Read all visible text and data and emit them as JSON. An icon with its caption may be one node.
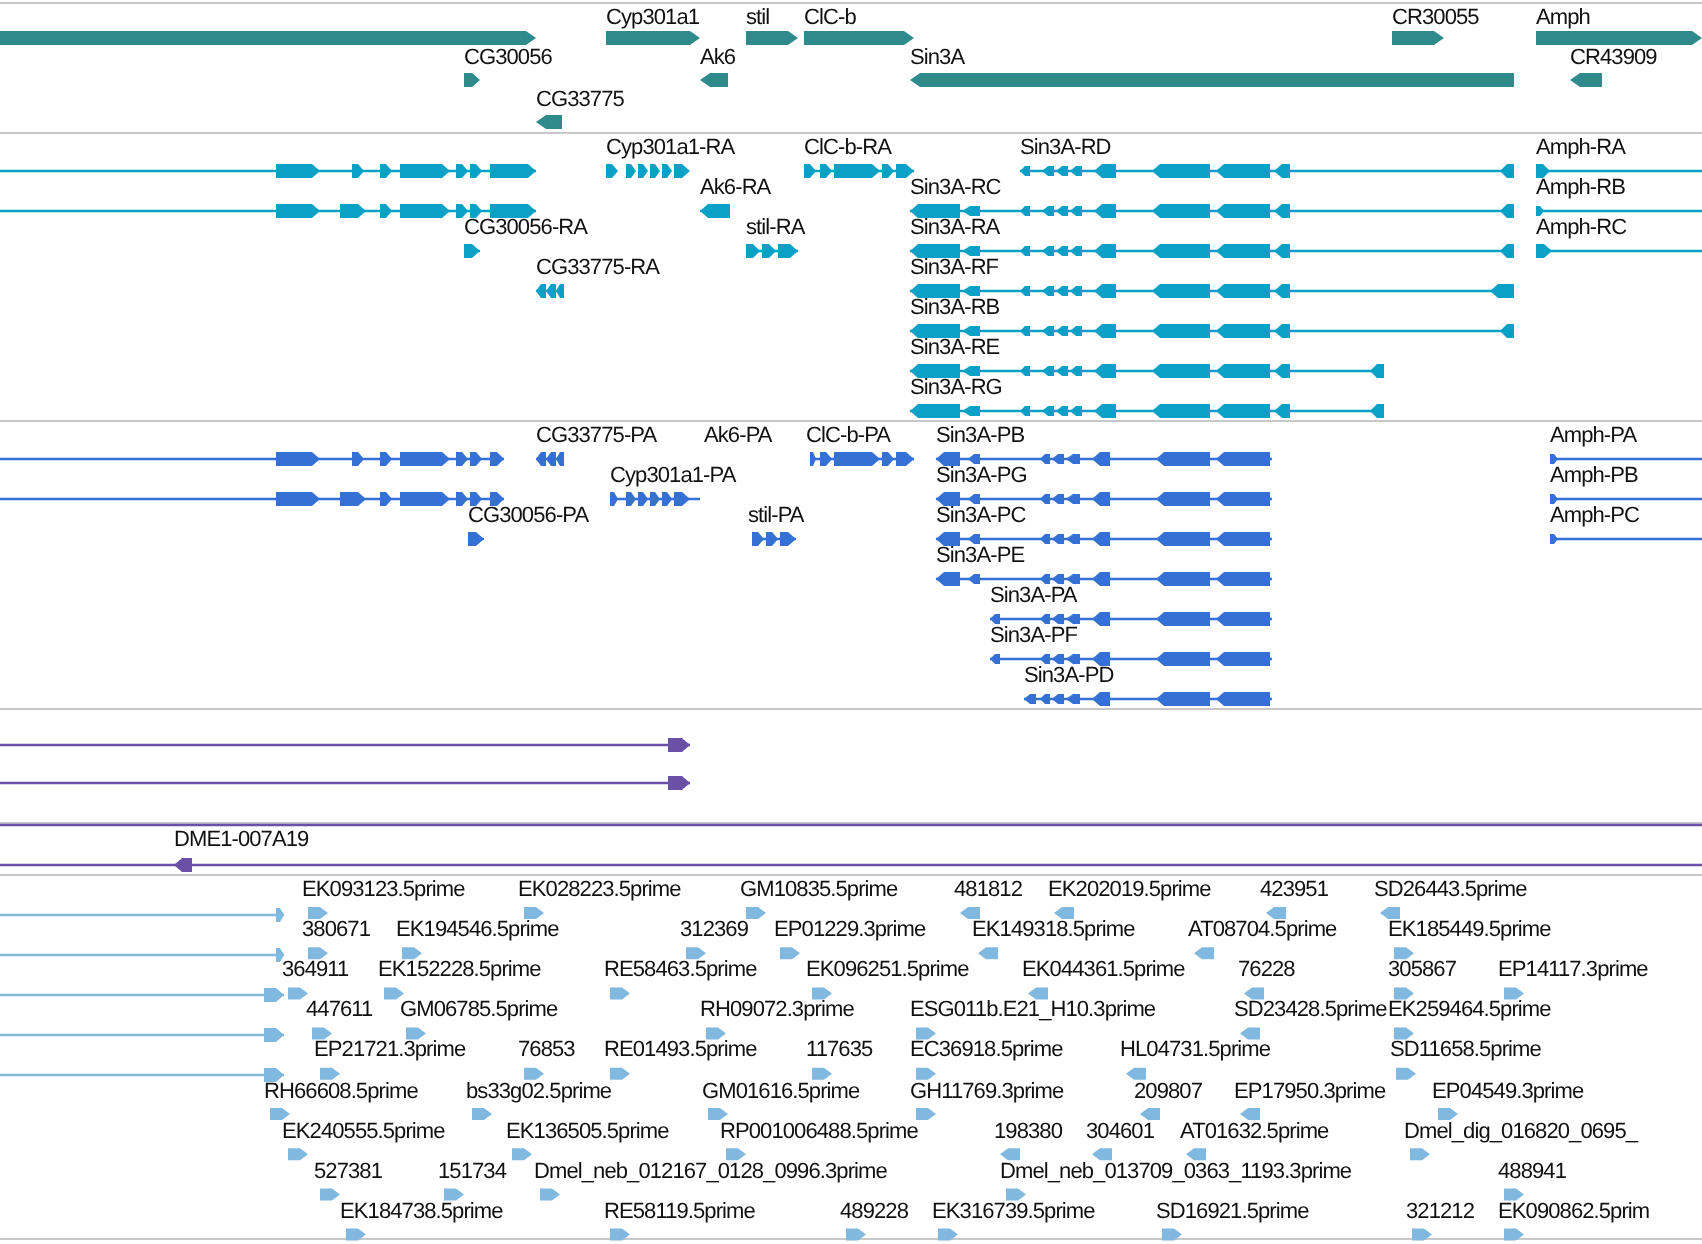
{
  "diagram": {
    "labels": [
      "Cyp301a1",
      "stil",
      "ClC-b",
      "CR30055",
      "Amph",
      "CG30056",
      "Ak6",
      "Sin3A",
      "CR43909",
      "CG33775",
      "Cyp301a1-RA",
      "ClC-b-RA",
      "Sin3A-RD",
      "Amph-RA",
      "Ak6-RA",
      "Sin3A-RC",
      "Amph-RB",
      "CG30056-RA",
      "stil-RA",
      "Sin3A-RA",
      "Amph-RC",
      "CG33775-RA",
      "Sin3A-RF",
      "Sin3A-RB",
      "Sin3A-RE",
      "Sin3A-RG",
      "CG33775-PA",
      "Ak6-PA",
      "ClC-b-PA",
      "Sin3A-PB",
      "Amph-PA",
      "Cyp301a1-PA",
      "Sin3A-PG",
      "Amph-PB",
      "CG30056-PA",
      "stil-PA",
      "Sin3A-PC",
      "Amph-PC",
      "Sin3A-PE",
      "Sin3A-PA",
      "Sin3A-PF",
      "Sin3A-PD",
      "DME1-007A19",
      "EK093123.5prime",
      "EK028223.5prime",
      "GM10835.5prime",
      "481812",
      "EK202019.5prime",
      "423951",
      "SD26443.5prime",
      "380671",
      "EK194546.5prime",
      "312369",
      "EP01229.3prime",
      "EK149318.5prime",
      "AT08704.5prime",
      "EK185449.5prime",
      "364911",
      "EK152228.5prime",
      "RE58463.5prime",
      "EK096251.5prime",
      "EK044361.5prime",
      "76228",
      "305867",
      "EP14117.3prime",
      "447611",
      "GM06785.5prime",
      "RH09072.3prime",
      "ESG011b.E21_H10.3prime",
      "SD23428.5prime",
      "EK259464.5prime",
      "EP21721.3prime",
      "76853",
      "RE01493.5prime",
      "117635",
      "EC36918.5prime",
      "HL04731.5prime",
      "SD11658.5prime",
      "RH66608.5prime",
      "bs33g02.5prime",
      "GM01616.5prime",
      "GH11769.3prime",
      "209807",
      "EP17950.3prime",
      "EP04549.3prime",
      "EK240555.5prime",
      "EK136505.5prime",
      "RP001006488.5prime",
      "198380",
      "304601",
      "AT01632.5prime",
      "Dmel_dig_016820_0695_",
      "527381",
      "151734",
      "Dmel_neb_012167_0128_0996.3prime",
      "Dmel_neb_013709_0363_1193.3prime",
      "488941",
      "EK184738.5prime",
      "RE58119.5prime",
      "489228",
      "EK316739.5prime",
      "SD16921.5prime",
      "321212",
      "EK090862.5prim"
    ]
  }
}
